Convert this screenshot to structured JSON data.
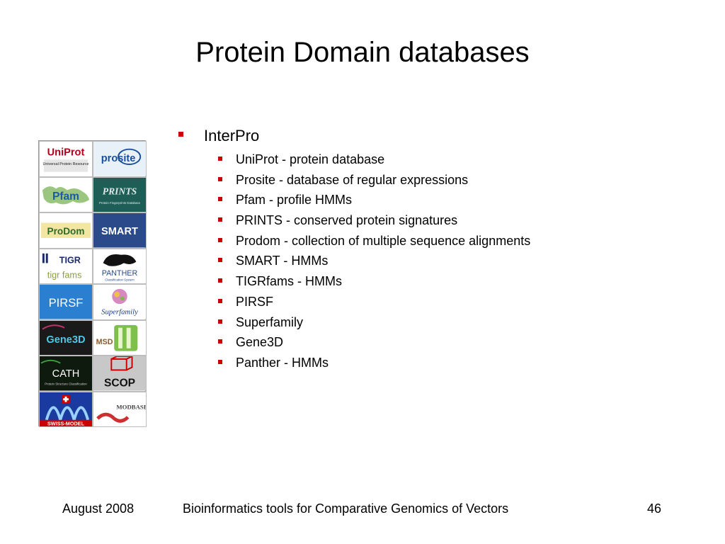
{
  "slide": {
    "title": "Protein Domain databases"
  },
  "logos": [
    {
      "icon": "uniprot-logo",
      "text": "UniProt",
      "subtext": "Universal Protein Resource",
      "bg": "#ffffff",
      "fg": "#b3001b"
    },
    {
      "icon": "prosite-logo",
      "text": "prosite",
      "bg": "#e8f1f8",
      "fg": "#1a4f9c"
    },
    {
      "icon": "pfam-logo",
      "text": "Pfam",
      "bg": "#ffffff",
      "fg": "#1c5aa8"
    },
    {
      "icon": "prints-logo",
      "text": "PRINTS",
      "subtext": "Protein Fingerprints Database",
      "bg": "#1f5e56",
      "fg": "#dfe8e6"
    },
    {
      "icon": "prodom-logo",
      "text": "ProDom",
      "bg": "#ffffff",
      "fg": "#2c6b2c"
    },
    {
      "icon": "smart-logo",
      "text": "SMART",
      "bg": "#2a4a8a",
      "fg": "#ffffff"
    },
    {
      "icon": "tigr-logo",
      "text": "TIGR",
      "subtext": "tigr fams",
      "bg": "#ffffff",
      "fg": "#1a2a6a"
    },
    {
      "icon": "panther-logo",
      "text": "PANTHER",
      "subtext": "Classification System",
      "bg": "#ffffff",
      "fg": "#2a4a8a"
    },
    {
      "icon": "pirsf-logo",
      "text": "PIRSF",
      "bg": "#2a7fd0",
      "fg": "#ffffff"
    },
    {
      "icon": "superfamily-logo",
      "text": "Superfamily",
      "bg": "#ffffff",
      "fg": "#1a3a8a"
    },
    {
      "icon": "gene3d-logo",
      "text": "Gene3D",
      "bg": "#1a1a1a",
      "fg": "#4ec8e8"
    },
    {
      "icon": "msd-logo",
      "text": "MSD",
      "bg": "#ffffff",
      "fg": "#8a5a2a"
    },
    {
      "icon": "cath-logo",
      "text": "CATH",
      "subtext": "Protein Structure Classification",
      "bg": "#0e1a0e",
      "fg": "#ffffff"
    },
    {
      "icon": "scop-logo",
      "text": "SCOP",
      "bg": "#c8c8c8",
      "fg": "#111111"
    },
    {
      "icon": "swiss-model-logo",
      "text": "SWISS-MODEL",
      "bg": "#1a3aa0",
      "fg": "#ffffff"
    },
    {
      "icon": "modbase-logo",
      "text": "MODBASE",
      "bg": "#ffffff",
      "fg": "#444444"
    }
  ],
  "bullets": {
    "top": "InterPro",
    "items": [
      "UniProt - protein database",
      "Prosite - database of regular expressions",
      "Pfam - profile HMMs",
      "PRINTS - conserved protein signatures",
      "Prodom - collection of multiple sequence alignments",
      "SMART - HMMs",
      "TIGRfams - HMMs",
      "PIRSF",
      "Superfamily",
      "Gene3D",
      "Panther - HMMs"
    ]
  },
  "footer": {
    "date": "August 2008",
    "course": "Bioinformatics tools for Comparative Genomics of Vectors",
    "page": "46"
  },
  "colors": {
    "bullet": "#cc0000"
  }
}
